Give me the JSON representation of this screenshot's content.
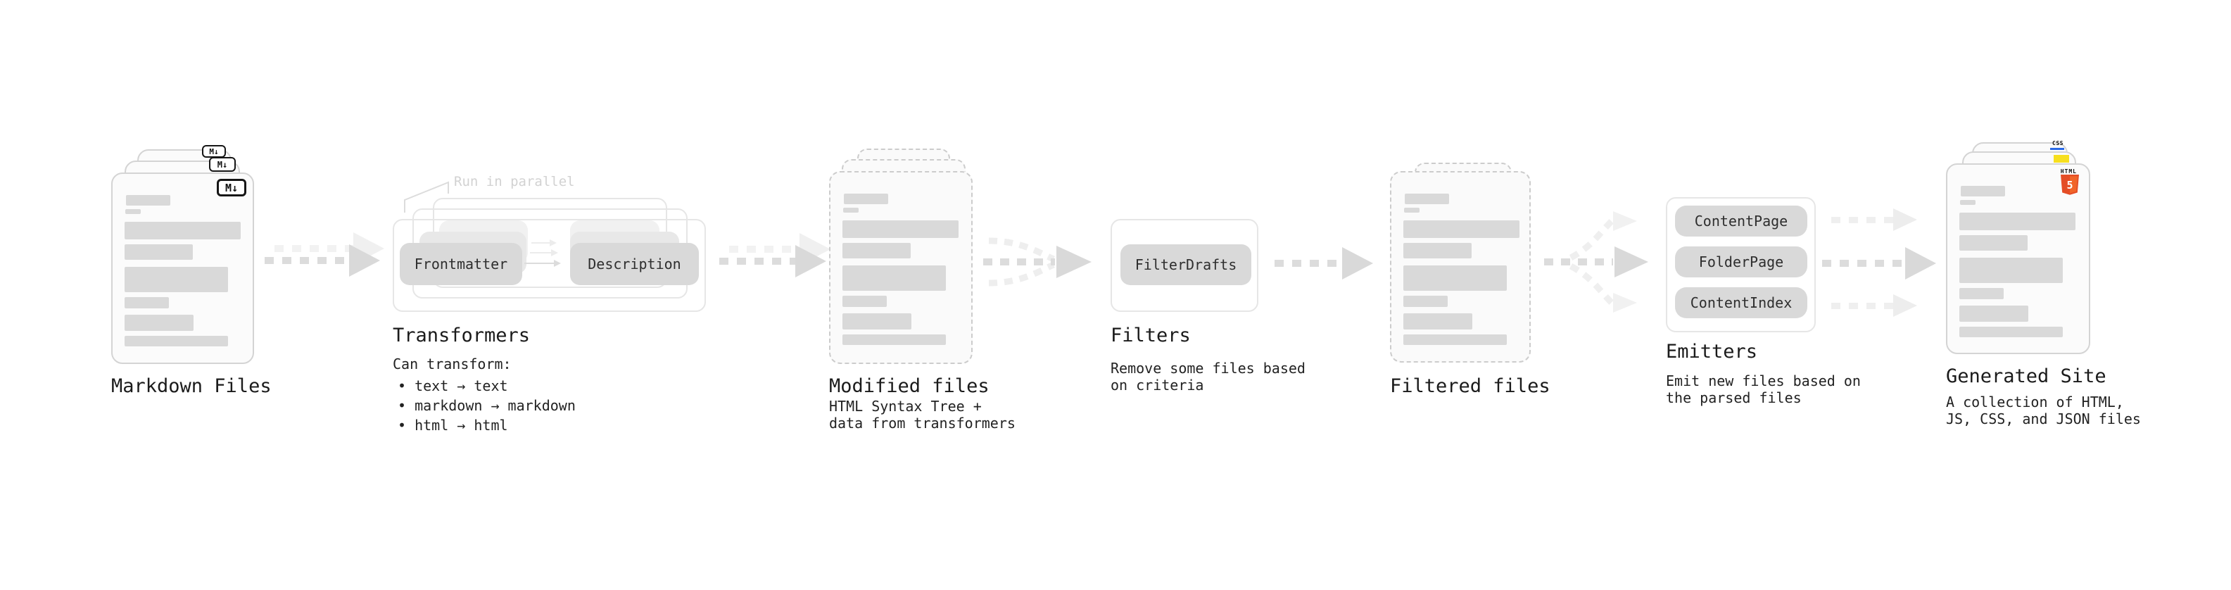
{
  "stages": {
    "markdown": {
      "title": "Markdown Files",
      "file_badge": "M↓"
    },
    "transformers": {
      "title": "Transformers",
      "annotation": "Run in parallel",
      "nodes": [
        "Frontmatter",
        "Description"
      ],
      "caption": "Can transform:",
      "bullet_char": "•",
      "bullets": [
        "text → text",
        "markdown → markdown",
        "html → html"
      ]
    },
    "modified": {
      "title": "Modified files",
      "subtitle_lines": [
        "HTML Syntax Tree +",
        "data from transformers"
      ]
    },
    "filters": {
      "title": "Filters",
      "nodes": [
        "FilterDrafts"
      ],
      "subtitle_lines": [
        "Remove some files based",
        "on criteria"
      ]
    },
    "filtered": {
      "title": "Filtered files"
    },
    "emitters": {
      "title": "Emitters",
      "nodes": [
        "ContentPage",
        "FolderPage",
        "ContentIndex"
      ],
      "subtitle_lines": [
        "Emit new files based on",
        "the parsed files"
      ]
    },
    "generated": {
      "title": "Generated Site",
      "subtitle_lines": [
        "A collection of HTML,",
        "JS, CSS, and JSON files"
      ],
      "css_badge_label": "CSS",
      "html_badge_label": "HTML",
      "html5_numeral": "5"
    }
  },
  "colors": {
    "html5_orange": "#e44d26",
    "html5_orange_light": "#f16529",
    "js_yellow": "#f7df1e",
    "css_blue": "#2b6be8",
    "placeholder_gray": "#d9d9d9",
    "arrow_gray": "#dcdcdc",
    "arrow_ghost_gray": "#f1f1f1"
  }
}
